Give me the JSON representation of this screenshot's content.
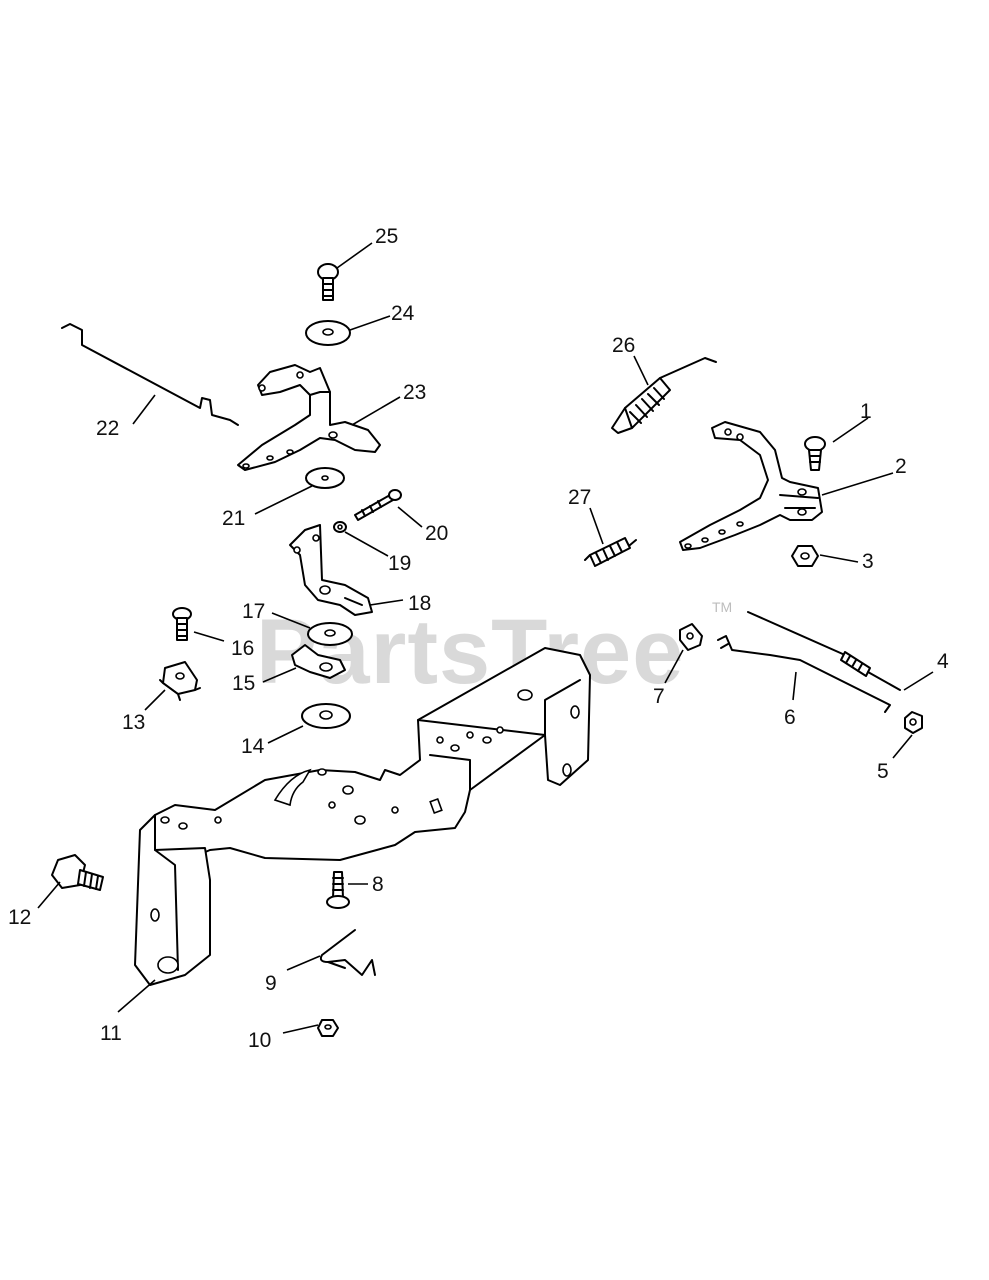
{
  "watermark": {
    "text": "PartsTree",
    "trademark": "TM",
    "color": "#d9d9d9"
  },
  "callouts": [
    {
      "id": "1",
      "label": "1"
    },
    {
      "id": "2",
      "label": "2"
    },
    {
      "id": "3",
      "label": "3"
    },
    {
      "id": "4",
      "label": "4"
    },
    {
      "id": "5",
      "label": "5"
    },
    {
      "id": "6",
      "label": "6"
    },
    {
      "id": "7",
      "label": "7"
    },
    {
      "id": "8",
      "label": "8"
    },
    {
      "id": "9",
      "label": "9"
    },
    {
      "id": "10",
      "label": "10"
    },
    {
      "id": "11",
      "label": "11"
    },
    {
      "id": "12",
      "label": "12"
    },
    {
      "id": "13",
      "label": "13"
    },
    {
      "id": "14",
      "label": "14"
    },
    {
      "id": "15",
      "label": "15"
    },
    {
      "id": "16",
      "label": "16"
    },
    {
      "id": "17",
      "label": "17"
    },
    {
      "id": "18",
      "label": "18"
    },
    {
      "id": "19",
      "label": "19"
    },
    {
      "id": "20",
      "label": "20"
    },
    {
      "id": "21",
      "label": "21"
    },
    {
      "id": "22",
      "label": "22"
    },
    {
      "id": "23",
      "label": "23"
    },
    {
      "id": "24",
      "label": "24"
    },
    {
      "id": "25",
      "label": "25"
    },
    {
      "id": "26",
      "label": "26"
    },
    {
      "id": "27",
      "label": "27"
    }
  ]
}
